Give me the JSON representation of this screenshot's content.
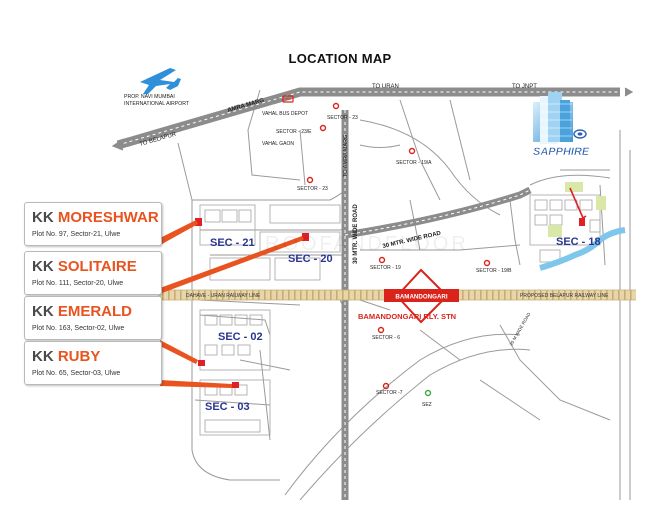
{
  "title": "LOCATION MAP",
  "airport": {
    "line1": "PROP. NAVI MUMBAI",
    "line2": "INTERNATIONAL AIRPORT"
  },
  "roads": {
    "to_uran": "TO URAN",
    "to_jnpt": "TO JNPT",
    "to_belapur": "TO BELAPUR",
    "amra_marg": "AMRA MARG",
    "to_amra_marg": "TO AMRA MARG",
    "wide_road_30_vertical": "30 MTR. WIDE ROAD",
    "wide_road_30_diagonal": "30 MTR. WIDE ROAD",
    "wide_road_20": "20 M WIDE ROAD"
  },
  "railway": {
    "left_label": "DAHAVE - URAN RAILWAY LINE",
    "right_label": "PROPOSED BELAPUR RAILWAY LINE",
    "station_badge": "BAMANDONGARI",
    "station_name": "BAMANDONGARI RLY. STN"
  },
  "places": {
    "vahal_bus_depot": "VAHAL BUS DEPOT",
    "vahal_gaon": "VAHAL GAON",
    "sector_23e": "SECTOR - 23/E",
    "sector_23_a": "SECTOR - 23",
    "sector_23_b": "SECTOR - 23",
    "sector_19a": "SECTOR - 19/A",
    "sector_19": "SECTOR - 19",
    "sector_19b": "SECTOR - 19/B",
    "sector_6": "SECTOR - 6",
    "sector_7": "SECTOR -7",
    "sez": "SEZ"
  },
  "sectors": [
    "SEC - 21",
    "SEC - 20",
    "SEC - 18",
    "SEC - 02",
    "SEC - 03"
  ],
  "sapphire": {
    "brand": "SAPPHIRE"
  },
  "watermark": "ROOFANDFLOOR",
  "projects": [
    {
      "brand": "KK",
      "name": "MORESHWAR",
      "plot": "Plot No. 97, Sector-21, Ulwe"
    },
    {
      "brand": "KK",
      "name": "SOLITAIRE",
      "plot": "Plot No. 111, Sector-20, Ulwe"
    },
    {
      "brand": "KK",
      "name": "EMERALD",
      "plot": "Plot No. 163, Sector-02, Ulwe"
    },
    {
      "brand": "KK",
      "name": "RUBY",
      "plot": "Plot No. 65, Sector-03, Ulwe"
    }
  ],
  "colors": {
    "accent": "#e8531f",
    "sector_label": "#2a3590",
    "road": "#8c8c8c",
    "station": "#d9241c",
    "rail": "#e7d4a8"
  }
}
